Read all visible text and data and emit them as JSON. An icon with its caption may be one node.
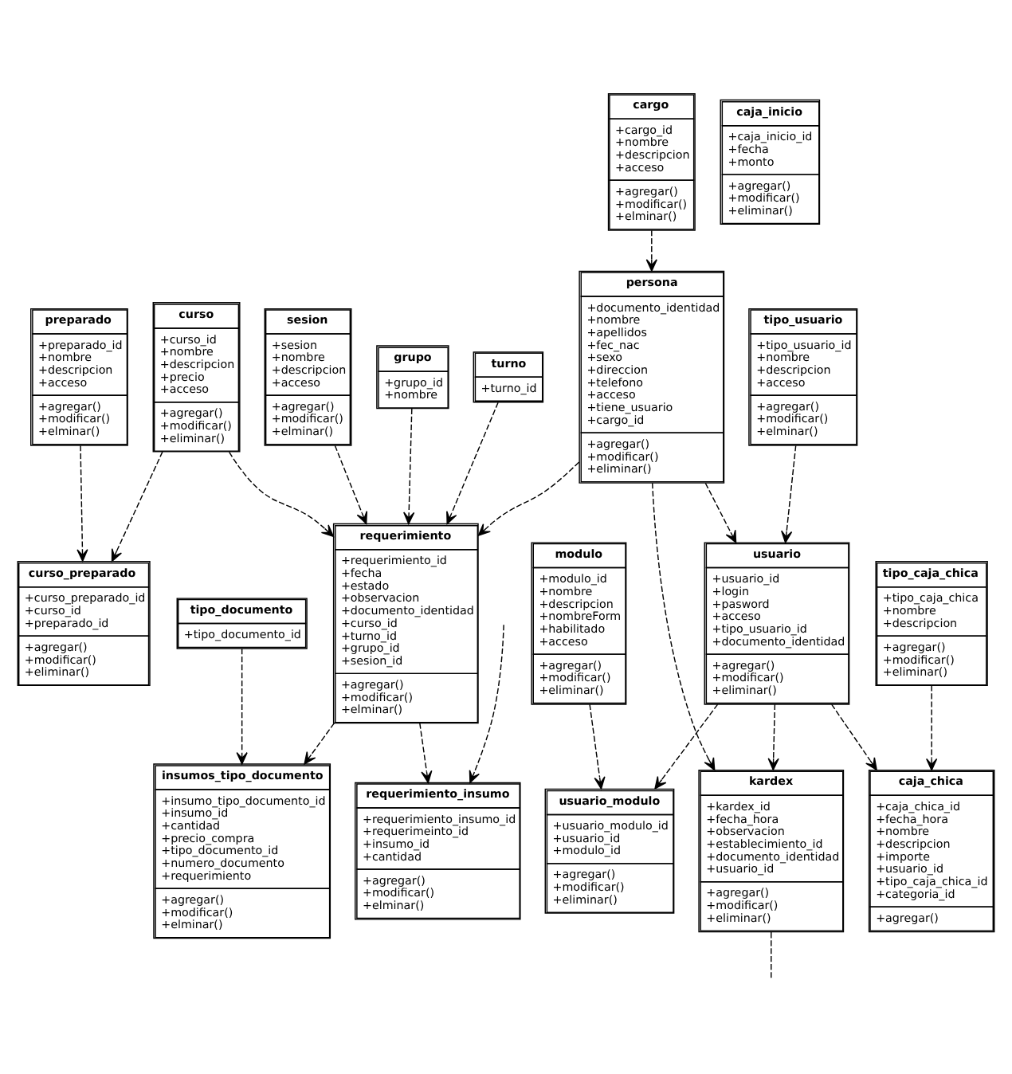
{
  "diagram": {
    "nodes": [
      {
        "text": [
          "curso_preparado",
          "+curso_preparado_id +curso_id +preparado_id",
          "+agregar() +modificar() +eliminar()"
        ]
      },
      {
        "text": [
          "preparado",
          "+preparado_id +nombre +descripcion +acceso",
          "+agregar() +modificar() +elminar()"
        ]
      },
      {
        "text": [
          "cargo",
          "+cargo_id +nombre +descripcion +acceso",
          "+agregar() +modificar() +elminar()"
        ]
      },
      {
        "text": [
          "persona",
          "+documento_identidad +nombre +apellidos +fec_nac +sexo +direccion +telefono +acceso +tiene_usuario +cargo_id",
          "+agregar() +modificar() +eliminar()"
        ]
      },
      {
        "text": [
          "tipo_usuario",
          "+tipo_usuario_id +nombre +descripcion +acceso",
          "+agregar() +modificar() +elminar()"
        ]
      },
      {
        "text": [
          "usuario_modulo",
          "+usuario_modulo_id +usuario_id +modulo_id",
          "+agregar() +modificar() +eliminar()"
        ]
      },
      {
        "text": [
          "caja_inicio",
          "+caja_inicio_id +fecha +monto",
          "+agregar() +modificar() +eliminar()"
        ]
      },
      {
        "text": [
          "curso",
          "+curso_id +nombre +descripcion +precio +acceso",
          "+agregar() +modificar() +eliminar()"
        ]
      },
      {
        "text": [
          "requerimiento",
          "+requerimiento_id +fecha +estado +observacion +documento_identidad +curso_id +turno_id +grupo_id +sesion_id",
          "+agregar() +modificar() +elminar()"
        ]
      },
      {
        "text": [
          "usuario",
          "+usuario_id +login +pasword +acceso +tipo_usuario_id +documento_identidad",
          "+agregar() +modificar() +eliminar()"
        ]
      },
      {
        "text": [
          "modulo",
          "+modulo_id +nombre +descripcion +nombreForm +habilitado +acceso",
          "+agregar() +modificar() +eliminar()"
        ]
      },
      {
        "text": [
          "insumos_tipo_documento",
          "+insumo_tipo_documento_id +insumo_id +cantidad +precio_compra +tipo_documento_id +numero_documento +requerimiento",
          "+agregar() +modificar() +elminar()"
        ]
      },
      {
        "text": [
          "sesion",
          "+sesion +nombre +descripcion +acceso",
          "+agregar() +modificar() +elminar()"
        ]
      },
      {
        "text": [
          "requerimiento_insumo",
          "+requerimiento_insumo_id +requerimeinto_id +insumo_id +cantidad",
          "+agregar() +modificar() +elminar()"
        ]
      },
      {
        "text": [
          "tipo_caja_chica",
          "+tipo_caja_chica +nombre +descripcion",
          "+agregar() +modificar() +eliminar()"
        ]
      },
      {
        "text": [
          "kardex",
          "+kardex_id +fecha_hora +observacion +establecimiento_id +documento_identidad +usuario_id",
          "+agregar() +modificar() +eliminar()"
        ]
      },
      {
        "text": [
          "caja_chica",
          "+caja_chica_id +fecha_hora +nombre +descripcion +importe +usuario_id +tipo_caja_chica_id +categoria_id",
          "+agregar()"
        ]
      },
      {
        "text": [
          "grupo",
          "+grupo_id +nombre"
        ]
      },
      {
        "text": [
          "turno",
          "+turno_id"
        ]
      },
      {
        "text": [
          "tipo_documento",
          "+tipo_documento_id"
        ]
      }
    ],
    "edges": [
      {
        "from": 1,
        "to": 0,
        "arrow": "to",
        "style": "dashed"
      },
      {
        "from": 7,
        "to": 0,
        "arrow": "to",
        "style": "dashed"
      },
      {
        "from": 2,
        "to": 3,
        "arrow": "to",
        "style": "dashed"
      },
      {
        "from": 3,
        "to": 8,
        "arrow": "to",
        "style": "dashed"
      },
      {
        "from": 3,
        "to": 9,
        "arrow": "to",
        "style": "dashed"
      },
      {
        "from": 4,
        "to": 9,
        "arrow": "to",
        "style": "dashed"
      },
      {
        "from": 9,
        "to": 5,
        "arrow": "to",
        "style": "dashed"
      },
      {
        "from": 10,
        "to": 5,
        "arrow": "to",
        "style": "dashed"
      },
      {
        "from": 7,
        "to": 8,
        "arrow": "to",
        "style": "dashed"
      },
      {
        "from": 12,
        "to": 8,
        "arrow": "to",
        "style": "dashed"
      },
      {
        "from": 17,
        "to": 8,
        "arrow": "to",
        "style": "dashed"
      },
      {
        "from": 18,
        "to": 8,
        "arrow": "to",
        "style": "dashed"
      },
      {
        "from": 8,
        "to": 11,
        "arrow": "to",
        "style": "dashed"
      },
      {
        "from": 8,
        "to": 13,
        "arrow": "to",
        "style": "dashed"
      },
      {
        "from": 19,
        "to": 11,
        "arrow": "to",
        "style": "dashed"
      },
      {
        "from": 3,
        "to": 15,
        "arrow": "to",
        "style": "dashed"
      },
      {
        "from": 9,
        "to": 15,
        "arrow": "to",
        "style": "dashed"
      },
      {
        "from": 9,
        "to": 16,
        "arrow": "to",
        "style": "dashed"
      },
      {
        "from": 14,
        "to": 16,
        "arrow": "to",
        "style": "dashed"
      },
      {
        "from": null,
        "to": 13,
        "arrow": "to",
        "style": "dashed"
      },
      {
        "from": 15,
        "to": null,
        "arrow": "none",
        "style": "dashed"
      }
    ]
  }
}
